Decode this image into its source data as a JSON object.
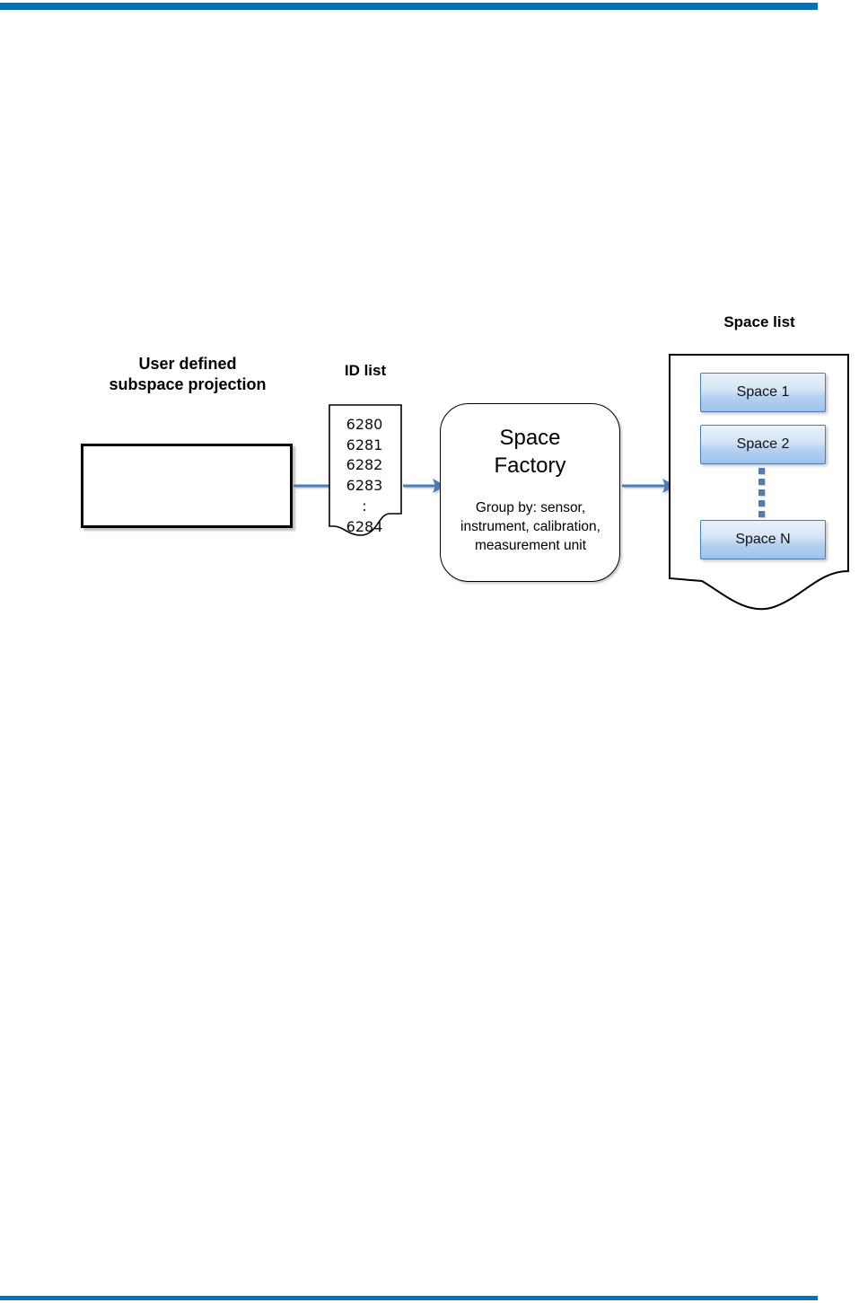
{
  "page": {
    "accent_color": "#0072bc",
    "arrow_color": "#4a7ebb",
    "box_border_color": "#000000",
    "space_button_border": "#4a7ebb"
  },
  "diagram": {
    "left_label": "User defined\nsubspace projection",
    "left_box_text": "",
    "idlist": {
      "label": "ID list",
      "values": [
        "6280",
        "6281",
        "6282",
        "6283",
        ":",
        "6284"
      ]
    },
    "factory": {
      "title": "Space\nFactory",
      "subtitle": "Group by: sensor,\ninstrument, calibration,\nmeasurement unit"
    },
    "spacelist": {
      "label": "Space list",
      "items": [
        {
          "label": "Space 1"
        },
        {
          "label": "Space 2"
        },
        {
          "label": "Space N"
        }
      ],
      "ellipsis_dots": 5
    },
    "arrows": [
      {
        "name": "arrow-userbox-to-idlist"
      },
      {
        "name": "arrow-idlist-to-factory"
      },
      {
        "name": "arrow-factory-to-spacelist"
      }
    ]
  }
}
